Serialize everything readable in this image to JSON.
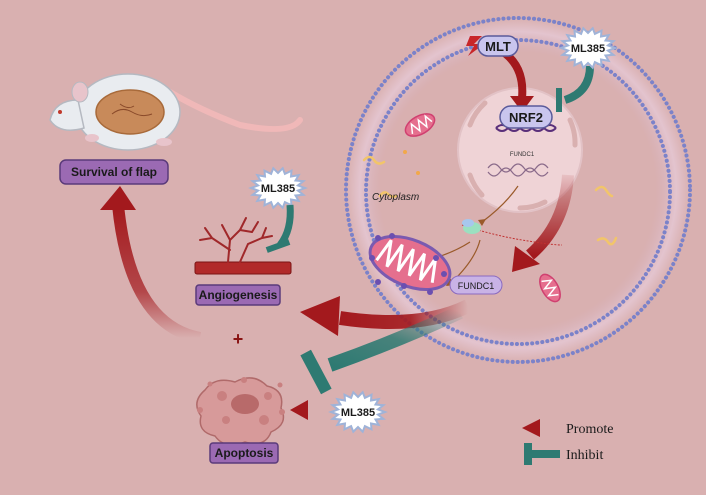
{
  "labels": {
    "mlt": "MLT",
    "ml385_top": "ML385",
    "nrf2": "NRF2",
    "fundc1_gene": "FUNDC1",
    "cytoplasm": "Cytoplasm",
    "fundc1_mito": "FUNDC1",
    "ml385_mid": "ML385",
    "angiogenesis": "Angiogenesis",
    "survival": "Survival of flap",
    "plus": "+",
    "ml385_bottom": "ML385",
    "apoptosis": "Apoptosis"
  },
  "legend": {
    "promote": "Promote",
    "inhibit": "Inhibit"
  },
  "colors": {
    "background": "#d9b0b0",
    "promote": "#a3191d",
    "inhibit": "#2e7a72",
    "label_box": "#9b6ab3",
    "membrane": "#7b82c9"
  }
}
